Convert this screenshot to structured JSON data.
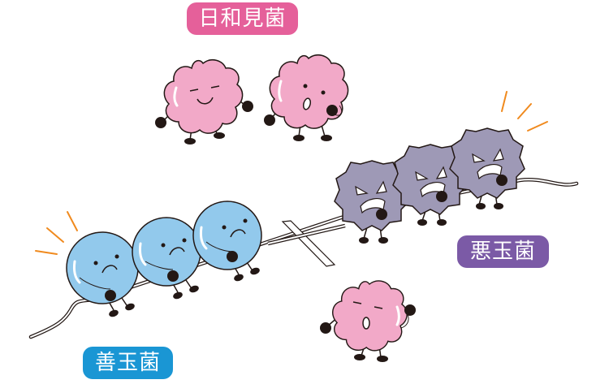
{
  "labels": {
    "opportunistic": "日和見菌",
    "bad": "悪玉菌",
    "good": "善玉菌"
  },
  "colors": {
    "opportunistic_label": "#e5609a",
    "bad_label": "#7b5aa6",
    "good_label": "#1a96d4",
    "pink_body": "#f2a9c8",
    "gray_body": "#9e99b6",
    "blue_body": "#92c9ec",
    "accent_lines": "#f08a1e",
    "outline": "#231815"
  },
  "characters": {
    "opportunistic": [
      "smiling-pink-germ",
      "surprised-pink-germ",
      "scratching-head-pink-germ"
    ],
    "bad": [
      "angry-gray-germ-1",
      "angry-gray-germ-2",
      "angry-gray-germ-3"
    ],
    "good": [
      "worried-blue-germ-1",
      "worried-blue-germ-2",
      "worried-blue-germ-3"
    ]
  },
  "scene": "tug-of-war"
}
